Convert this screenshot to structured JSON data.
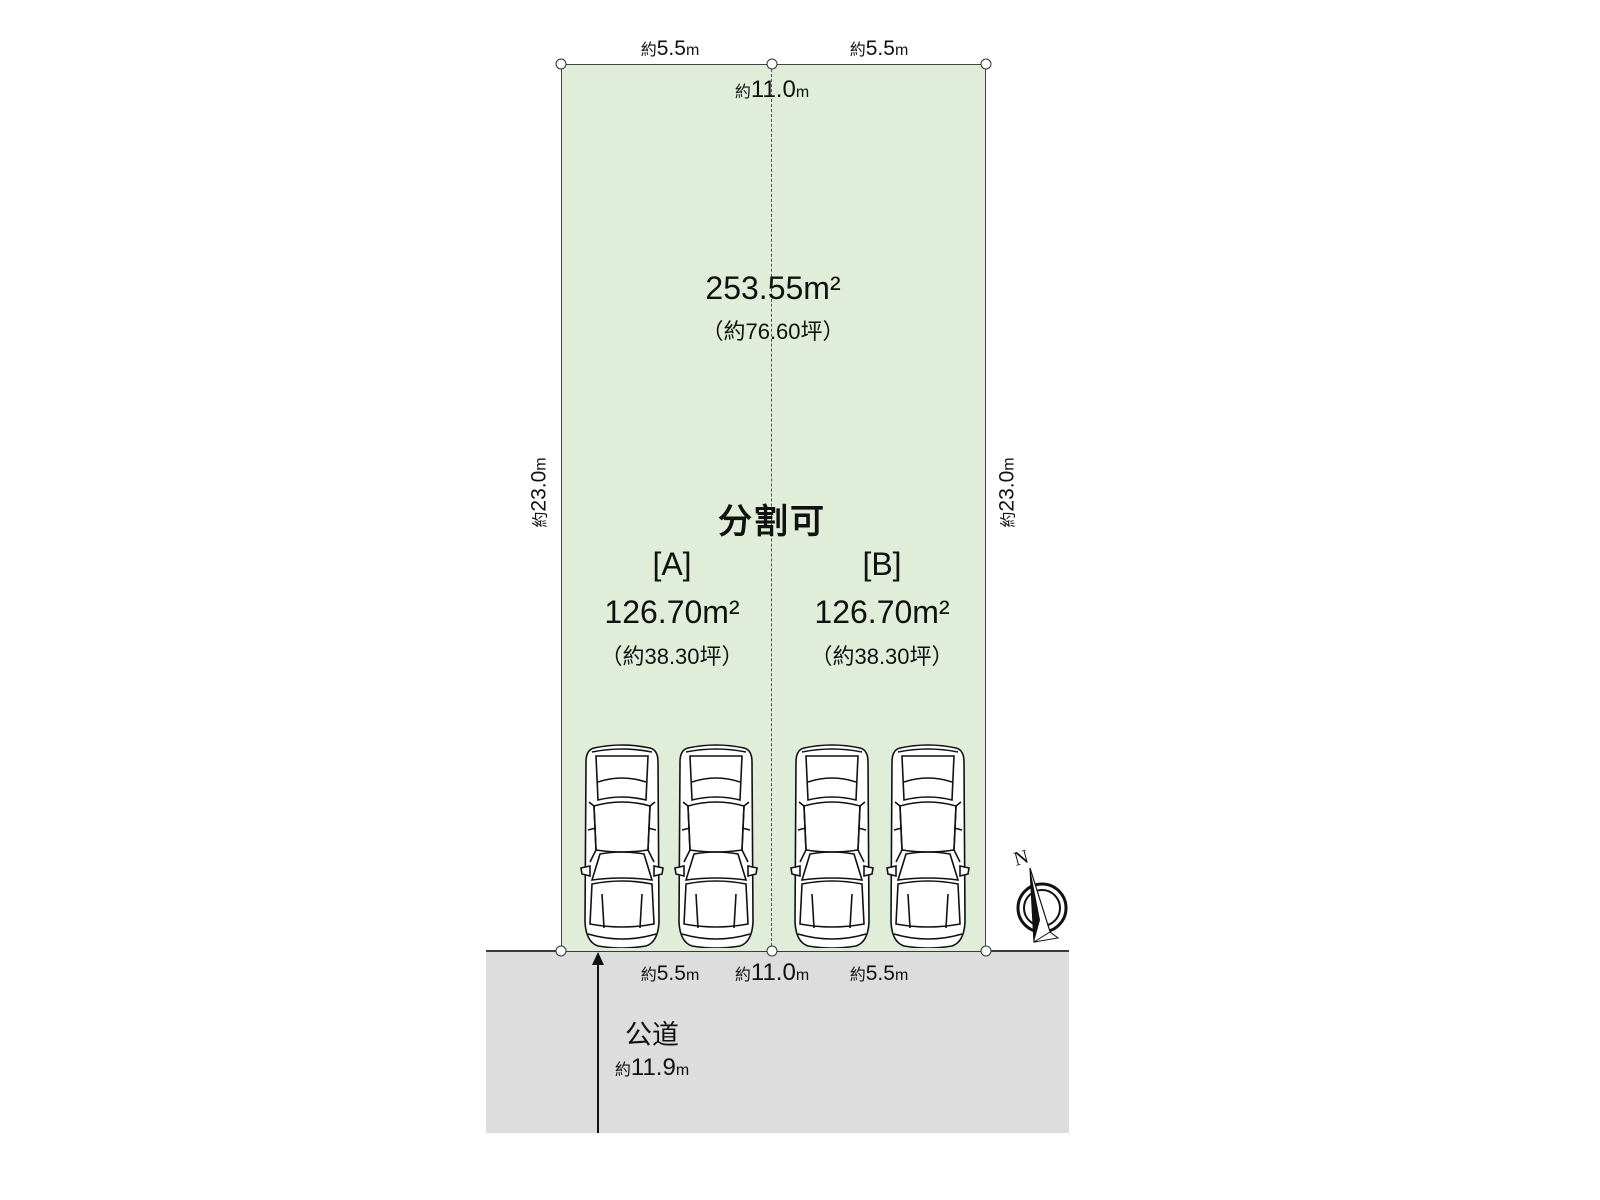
{
  "lot": {
    "total_area": "253.55",
    "total_area_unit": "m²",
    "total_tsubo": "（約76.60坪）",
    "split_label": "分割可",
    "fill_color": "#e0edd8",
    "top_dims": {
      "left": {
        "prefix": "約",
        "value": "5.5",
        "unit": "m"
      },
      "right": {
        "prefix": "約",
        "value": "5.5",
        "unit": "m"
      },
      "total": {
        "prefix": "約",
        "value": "11.0",
        "unit": "m"
      }
    },
    "bottom_dims": {
      "left": {
        "prefix": "約",
        "value": "5.5",
        "unit": "m"
      },
      "total": {
        "prefix": "約",
        "value": "11.0",
        "unit": "m"
      },
      "right": {
        "prefix": "約",
        "value": "5.5",
        "unit": "m"
      }
    },
    "side_dims": {
      "left": {
        "prefix": "約",
        "value": "23.0",
        "unit": "m"
      },
      "right": {
        "prefix": "約",
        "value": "23.0",
        "unit": "m"
      }
    },
    "plots": [
      {
        "label": "[A]",
        "area": "126.70",
        "unit": "m²",
        "tsubo": "（約38.30坪）"
      },
      {
        "label": "[B]",
        "area": "126.70",
        "unit": "m²",
        "tsubo": "（約38.30坪）"
      }
    ],
    "parking_spaces": 4
  },
  "road": {
    "name": "公道",
    "width": {
      "prefix": "約",
      "value": "11.9",
      "unit": "m"
    },
    "fill_color": "#dcdddc"
  },
  "compass": {
    "label": "N",
    "icon": "north-arrow-icon"
  }
}
